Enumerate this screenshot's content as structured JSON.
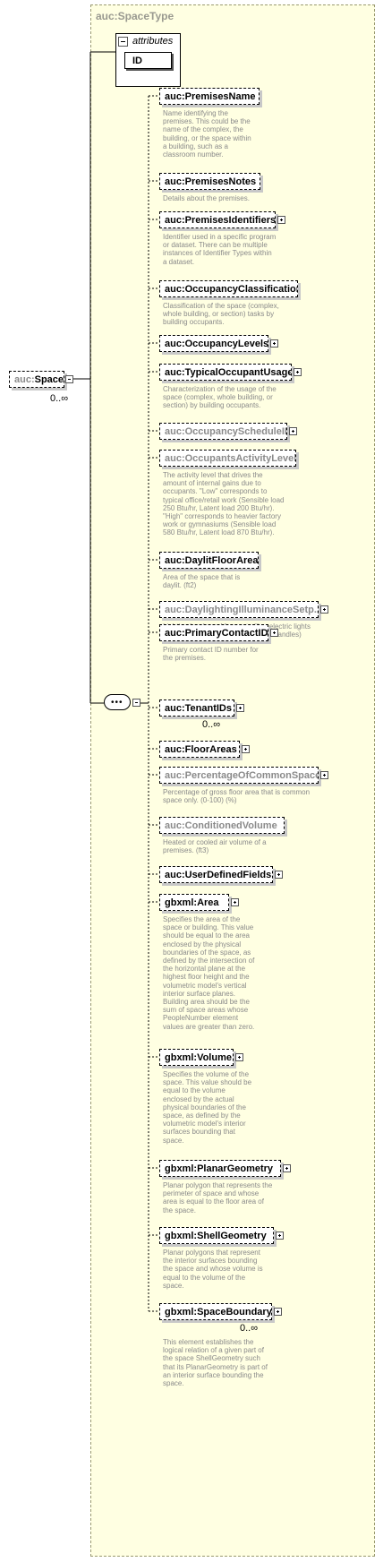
{
  "type_title": "auc:SpaceType",
  "attributes": {
    "title": "attributes",
    "items": [
      "ID"
    ]
  },
  "root": {
    "prefix": "auc:",
    "name": "Space",
    "occurrence": "0..∞"
  },
  "elements": [
    {
      "prefix": "auc:",
      "name": "PremisesName",
      "grey": false,
      "expandable": false,
      "occurrence": "",
      "description": "Name identifying the\npremises. This could be the\nname of the complex, the\nbuilding, or the space within\na building, such as a\nclassroom number."
    },
    {
      "prefix": "auc:",
      "name": "PremisesNotes",
      "grey": false,
      "expandable": false,
      "occurrence": "",
      "description": "Details about the premises."
    },
    {
      "prefix": "auc:",
      "name": "PremisesIdentifiers",
      "grey": false,
      "expandable": true,
      "occurrence": "",
      "description": "Identifier used in a specific program\nor dataset. There can be multiple\ninstances of Identifier Types within\na dataset."
    },
    {
      "prefix": "auc:",
      "name": "OccupancyClassification",
      "grey": false,
      "expandable": false,
      "occurrence": "",
      "description": "Classification of the space (complex,\nwhole building, or section) tasks by\nbuilding occupants."
    },
    {
      "prefix": "auc:",
      "name": "OccupancyLevels",
      "grey": false,
      "expandable": true,
      "occurrence": "",
      "description": ""
    },
    {
      "prefix": "auc:",
      "name": "TypicalOccupantUsages",
      "grey": false,
      "expandable": true,
      "occurrence": "",
      "description": "Characterization of the usage of the\nspace (complex, whole building, or\nsection) by building occupants."
    },
    {
      "prefix": "auc:",
      "name": "OccupancyScheduleIDs",
      "grey": true,
      "expandable": true,
      "occurrence": "",
      "description": ""
    },
    {
      "prefix": "auc:",
      "name": "OccupantsActivityLevel",
      "grey": true,
      "expandable": false,
      "occurrence": "",
      "description": "The activity level that drives the\namount of internal gains due to\noccupants. \"Low\" corresponds to\ntypical office/retail work (Sensible load\n250 Btu/hr, Latent load 200 Btu/hr).\n\"High\" corresponds to heavier factory\nwork or gymnasiums (Sensible load\n580 Btu/hr, Latent load 870 Btu/hr)."
    },
    {
      "prefix": "auc:",
      "name": "DaylitFloorArea",
      "grey": false,
      "expandable": false,
      "occurrence": "",
      "description": "Area of the space that is\ndaylit. (ft2)"
    },
    {
      "prefix": "auc:",
      "name": "DaylightingIlluminanceSetp...",
      "grey": true,
      "expandable": true,
      "occurrence": "",
      "description": "Lighting level used for controlling electric lights\nwhen daylighting is available. (foot-candles)"
    },
    {
      "prefix": "auc:",
      "name": "PrimaryContactID",
      "grey": false,
      "expandable": true,
      "occurrence": "",
      "description": "Primary contact ID number for\nthe premises."
    },
    {
      "prefix": "auc:",
      "name": "TenantIDs",
      "grey": false,
      "expandable": true,
      "occurrence": "0..∞",
      "description": ""
    },
    {
      "prefix": "auc:",
      "name": "FloorAreas",
      "grey": false,
      "expandable": true,
      "occurrence": "",
      "description": ""
    },
    {
      "prefix": "auc:",
      "name": "PercentageOfCommonSpace",
      "grey": true,
      "expandable": true,
      "occurrence": "",
      "description": "Percentage of gross floor area that is common\nspace only. (0-100) (%)"
    },
    {
      "prefix": "auc:",
      "name": "ConditionedVolume",
      "grey": true,
      "expandable": false,
      "occurrence": "",
      "description": "Heated or cooled air volume of a\npremises. (ft3)"
    },
    {
      "prefix": "auc:",
      "name": "UserDefinedFields",
      "grey": false,
      "expandable": true,
      "occurrence": "",
      "description": ""
    },
    {
      "prefix": "gbxml:",
      "name": "Area",
      "grey": false,
      "expandable": true,
      "occurrence": "",
      "description": "Specifies the area of the\nspace or building. This value\nshould be equal to the area\nenclosed by the physical\nboundaries of the space, as\ndefined by the intersection of\nthe horizontal plane at the\nhighest floor height and the\nvolumetric model's vertical\ninterior surface planes.\nBuilding area should be the\nsum of space areas whose\nPeopleNumber element\nvalues are greater than zero."
    },
    {
      "prefix": "gbxml:",
      "name": "Volume",
      "grey": false,
      "expandable": true,
      "occurrence": "",
      "description": "Specifies the volume of the\nspace. This value should be\nequal to the volume\nenclosed by the actual\nphysical boundaries of the\nspace, as defined by the\nvolumetric model's interior\nsurfaces bounding that\nspace."
    },
    {
      "prefix": "gbxml:",
      "name": "PlanarGeometry",
      "grey": false,
      "expandable": true,
      "occurrence": "",
      "description": "Planar polygon that represents the\nperimeter of space and whose\narea is equal to the floor area of\nthe space."
    },
    {
      "prefix": "gbxml:",
      "name": "ShellGeometry",
      "grey": false,
      "expandable": true,
      "occurrence": "",
      "description": "Planar polygons that represent\nthe interior surfaces bounding\nthe space and whose volume is\nequal to the volume of the\nspace."
    },
    {
      "prefix": "gbxml:",
      "name": "SpaceBoundary",
      "grey": false,
      "expandable": true,
      "occurrence": "0..∞",
      "description": "This element establishes the\nlogical relation of a given part of\nthe space ShellGeometry such\nthat its PlanarGeometry is part of\nan interior surface bounding the\nspace."
    }
  ]
}
